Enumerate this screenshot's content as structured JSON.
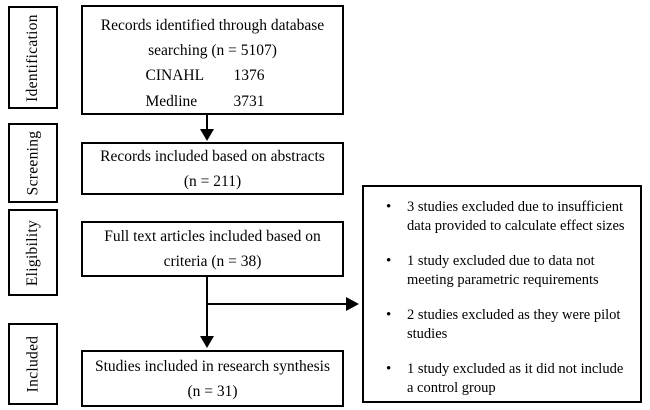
{
  "stages": [
    {
      "label": "Identification"
    },
    {
      "label": "Screening"
    },
    {
      "label": "Eligibility"
    },
    {
      "label": "Included"
    }
  ],
  "boxes": {
    "identification": {
      "line1": "Records identified through database",
      "line2": "searching (n = 5107)",
      "sources": [
        {
          "name": "CINAHL",
          "count": "1376"
        },
        {
          "name": "Medline",
          "count": "3731"
        }
      ]
    },
    "screening": {
      "line1": "Records included based on abstracts",
      "line2": "(n = 211)"
    },
    "eligibility": {
      "line1": "Full text articles included based on",
      "line2": "criteria (n = 38)"
    },
    "included": {
      "line1": "Studies included in research synthesis",
      "line2": "(n = 31)"
    }
  },
  "exclusions": {
    "bullet": "•",
    "items": [
      "3 studies excluded due to insufficient data provided to calculate effect sizes",
      "1 study excluded due to data not meeting parametric requirements",
      "2 studies excluded as they were pilot studies",
      "1 study excluded as it did not include a control group"
    ]
  },
  "colors": {
    "line": "#000000",
    "background": "#ffffff"
  }
}
